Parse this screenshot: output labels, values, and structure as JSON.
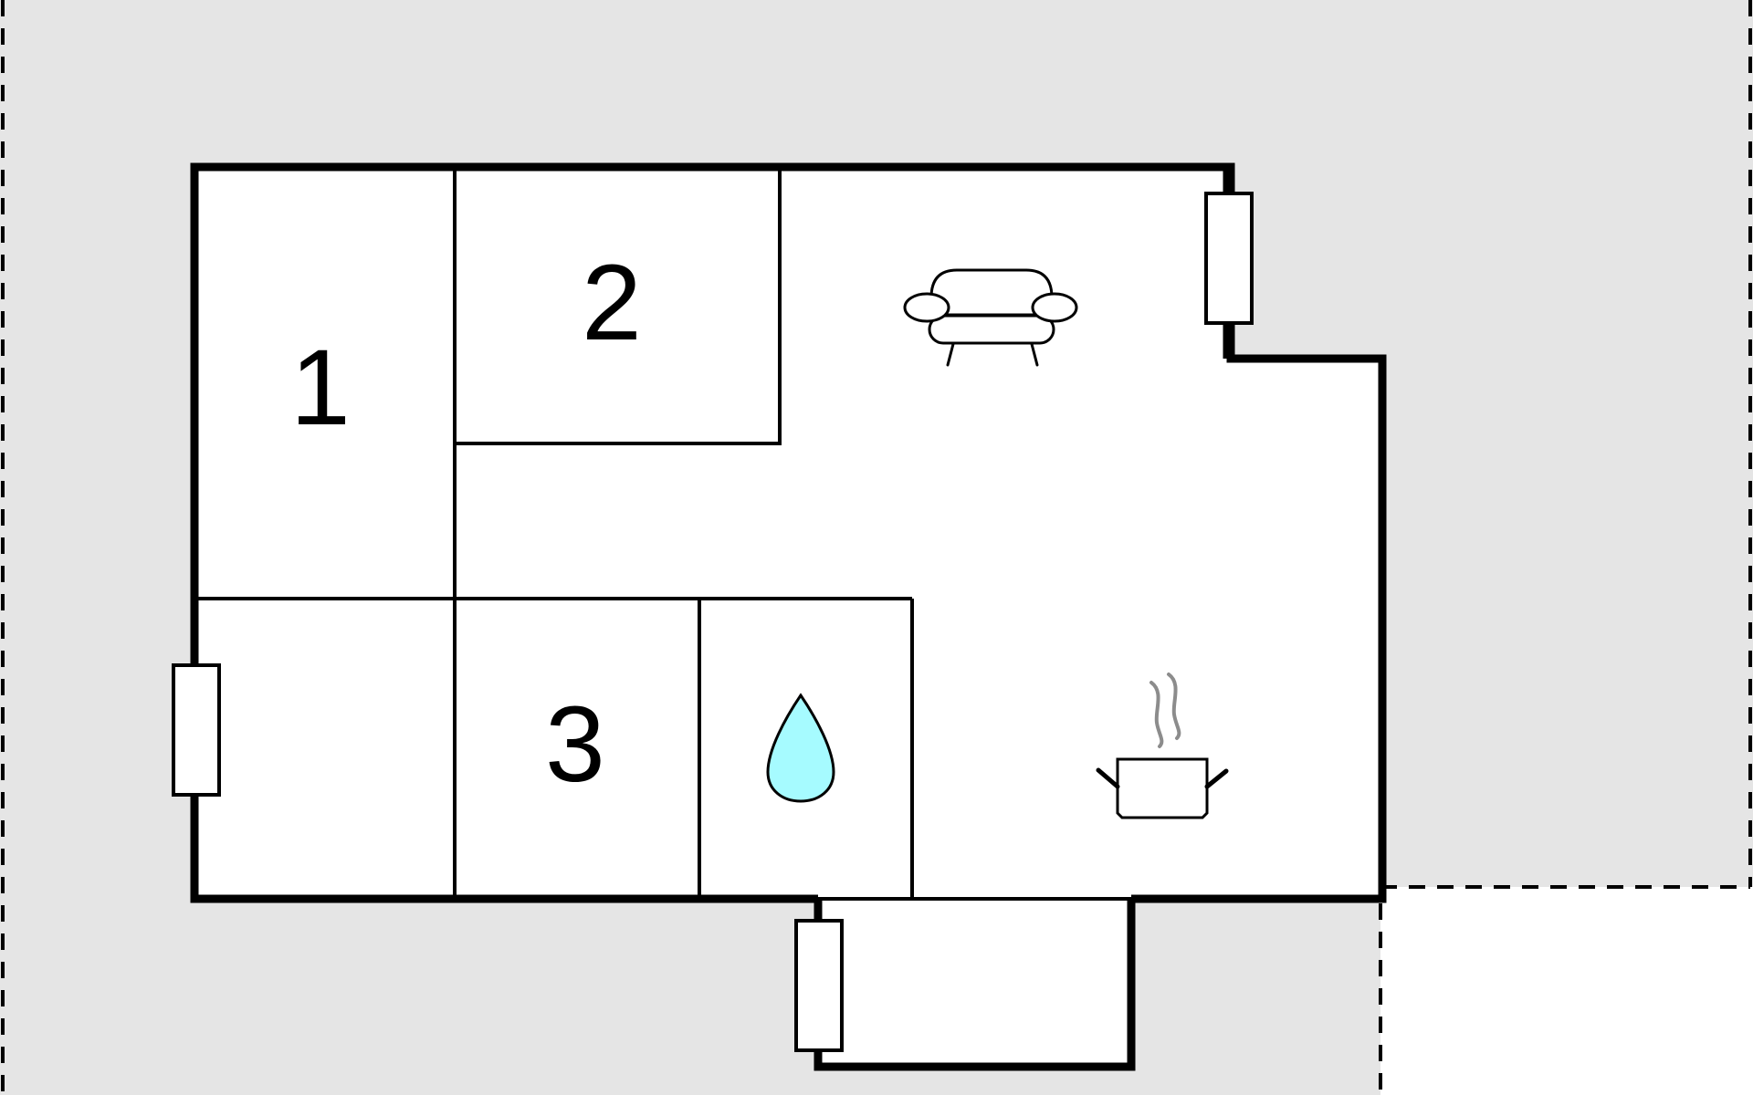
{
  "colors": {
    "plot_fill": "#e5e5e5",
    "outside_fill": "#ffffff",
    "room_fill": "#ffffff",
    "wall": "#000000",
    "boundary_dash": "#000000",
    "water_drop_fill": "#a6fbff",
    "steam": "#8c8c8c"
  },
  "rooms": [
    {
      "id": "bedroom-1",
      "label": "1"
    },
    {
      "id": "bedroom-2",
      "label": "2"
    },
    {
      "id": "bedroom-3",
      "label": "3"
    },
    {
      "id": "bathroom",
      "icon": "water-drop-icon"
    },
    {
      "id": "living-room",
      "icon": "sofa-icon"
    },
    {
      "id": "kitchen",
      "icon": "cooking-pot-icon"
    },
    {
      "id": "entrance-porch"
    },
    {
      "id": "storage-room"
    }
  ],
  "doors": [
    {
      "icon": "door-icon",
      "wall": "east"
    },
    {
      "icon": "door-icon",
      "wall": "west"
    },
    {
      "icon": "door-icon",
      "wall": "porch-west"
    }
  ]
}
